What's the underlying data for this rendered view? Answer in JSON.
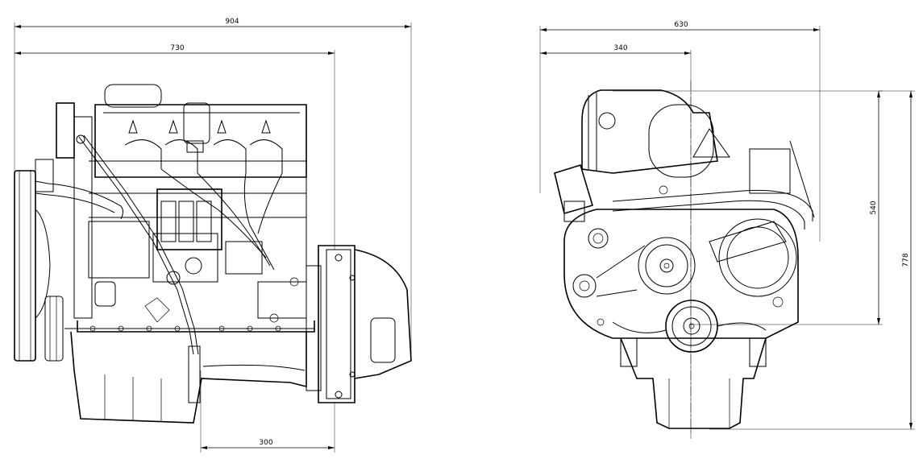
{
  "drawing": {
    "side_view": {
      "dimensions": {
        "overall_length": "904",
        "block_length": "730",
        "flywheel_offset": "300"
      }
    },
    "front_view": {
      "dimensions": {
        "overall_width": "630",
        "center_offset": "340",
        "upper_height": "540",
        "overall_height": "778"
      }
    }
  }
}
